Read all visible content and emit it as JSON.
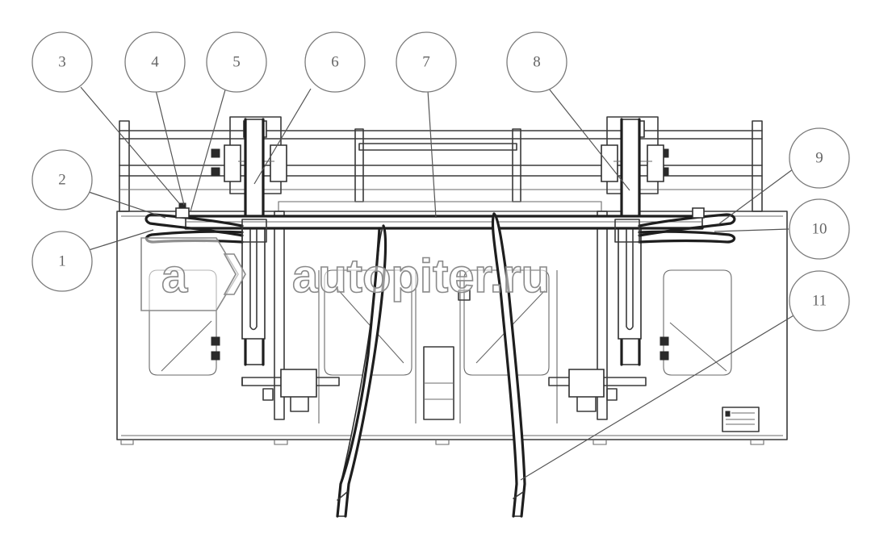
{
  "callouts": [
    {
      "label": "1"
    },
    {
      "label": "2"
    },
    {
      "label": "3"
    },
    {
      "label": "4"
    },
    {
      "label": "5"
    },
    {
      "label": "6"
    },
    {
      "label": "7"
    },
    {
      "label": "8"
    },
    {
      "label": "9"
    },
    {
      "label": "10"
    },
    {
      "label": "11"
    }
  ],
  "watermark": {
    "text": "autopiter.ru"
  },
  "colors": {
    "line": "#3a3a3a",
    "callout": "#7a7a7a",
    "watermark": "#8a8a8a"
  }
}
